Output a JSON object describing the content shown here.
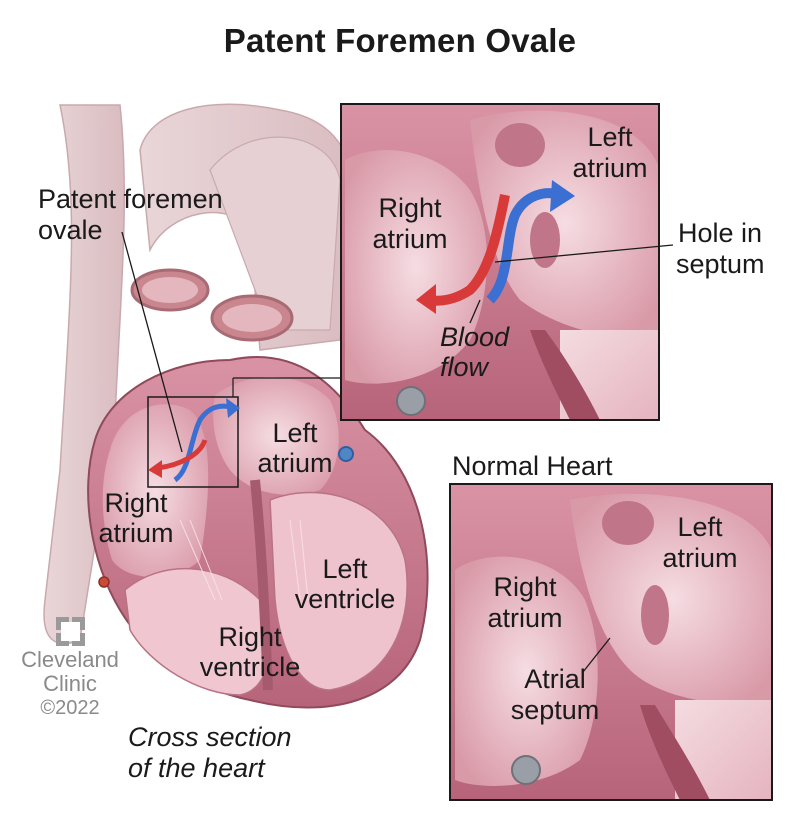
{
  "title": "Patent Foremen Ovale",
  "labels": {
    "pfo_line1": "Patent foremen",
    "pfo_line2": "ovale",
    "main_left_atrium_1": "Left",
    "main_left_atrium_2": "atrium",
    "main_right_atrium_1": "Right",
    "main_right_atrium_2": "atrium",
    "left_ventricle_1": "Left",
    "left_ventricle_2": "ventricle",
    "right_ventricle_1": "Right",
    "right_ventricle_2": "ventricle",
    "caption_1": "Cross section",
    "caption_2": "of the heart"
  },
  "zoom_panel": {
    "right_atrium_1": "Right",
    "right_atrium_2": "atrium",
    "left_atrium_1": "Left",
    "left_atrium_2": "atrium",
    "hole_1": "Hole in",
    "hole_2": "septum",
    "flow_1": "Blood",
    "flow_2": "flow"
  },
  "normal_panel": {
    "heading": "Normal Heart",
    "left_atrium_1": "Left",
    "left_atrium_2": "atrium",
    "right_atrium_1": "Right",
    "right_atrium_2": "atrium",
    "septum_1": "Atrial",
    "septum_2": "septum"
  },
  "logo": {
    "line1": "Cleveland",
    "line2": "Clinic",
    "copyright": "©2022"
  },
  "colors": {
    "tissue_dark": "#b86a7e",
    "tissue_mid": "#d99aa8",
    "tissue_light": "#f2d4da",
    "vessel": "#e8d3d5",
    "arrow_blue": "#3b6fd1",
    "arrow_red": "#d83a3a",
    "frame": "#1a1a1a"
  }
}
